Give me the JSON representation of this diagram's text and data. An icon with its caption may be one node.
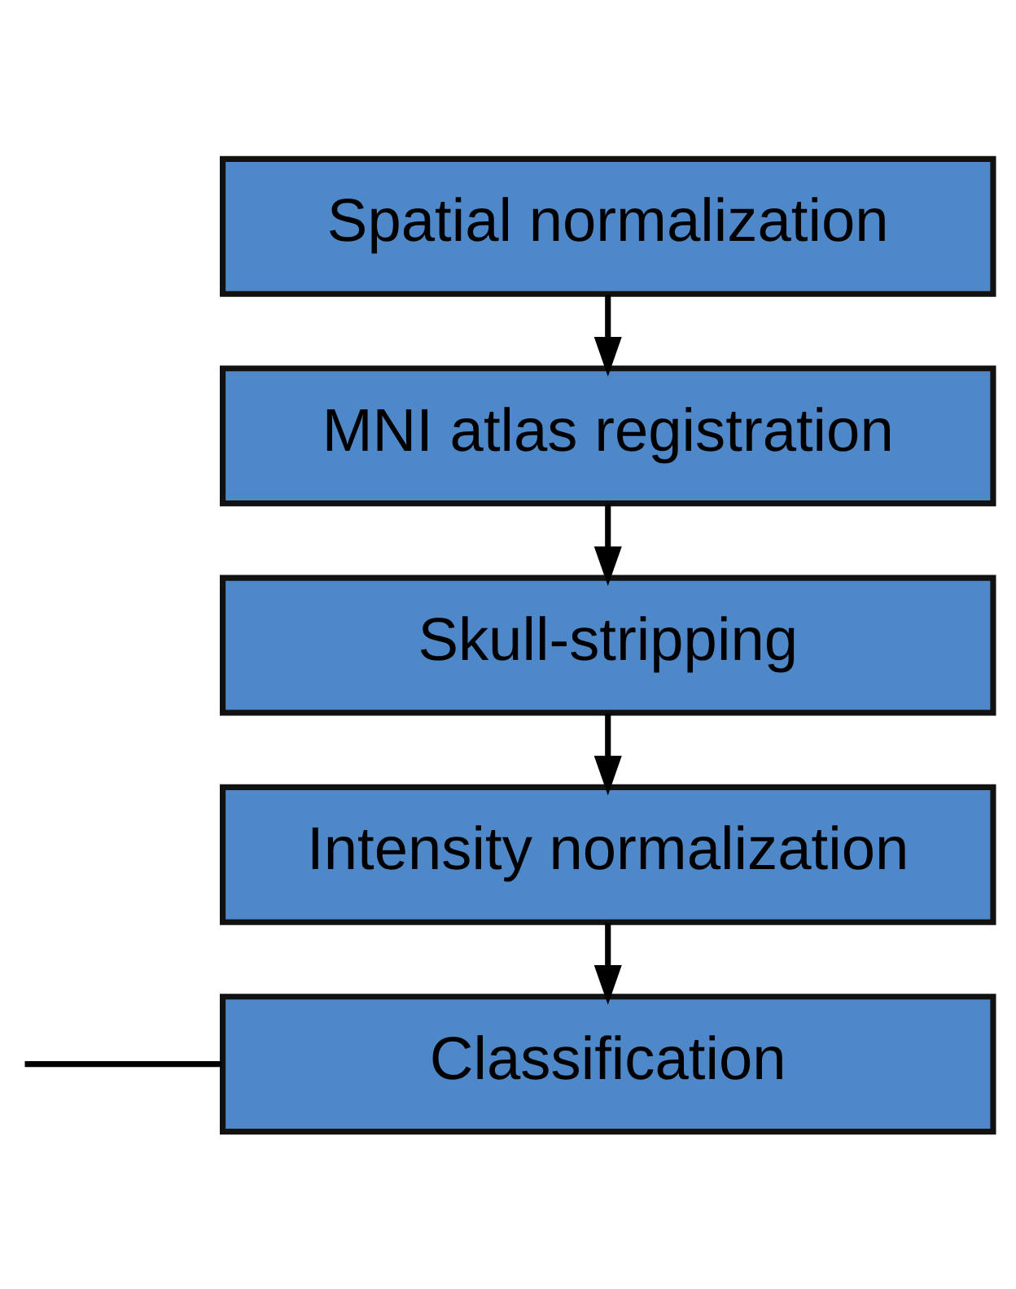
{
  "diagram": {
    "nodes": [
      {
        "text": [
          "Spatial normalization"
        ]
      },
      {
        "text": [
          "MNI atlas registration"
        ]
      },
      {
        "text": [
          "Skull-stripping"
        ]
      },
      {
        "text": [
          "Intensity normalization"
        ]
      },
      {
        "text": [
          "Classification"
        ]
      }
    ],
    "edges": [
      {
        "from": 0,
        "to": 1,
        "arrow": "to"
      },
      {
        "from": 1,
        "to": 2,
        "arrow": "to"
      },
      {
        "from": 2,
        "to": 3,
        "arrow": "to"
      },
      {
        "from": 3,
        "to": 4,
        "arrow": "to"
      },
      {
        "from": null,
        "to": 4,
        "arrow": "none"
      }
    ]
  }
}
